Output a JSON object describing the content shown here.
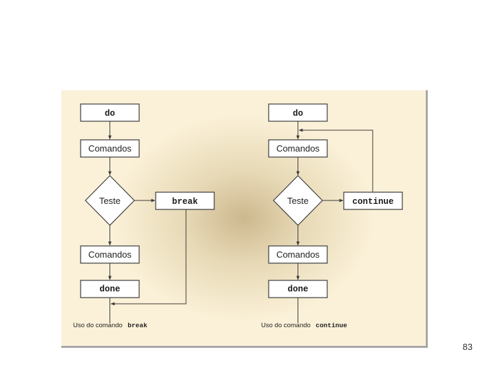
{
  "left_flow": {
    "do_label": "do",
    "commands_1": "Comandos",
    "test_label": "Teste",
    "break_label": "break",
    "commands_2": "Comandos",
    "done_label": "done",
    "caption_text": "Uso do comando",
    "caption_keyword": "break"
  },
  "right_flow": {
    "do_label": "do",
    "commands_1": "Comandos",
    "test_label": "Teste",
    "continue_label": "continue",
    "commands_2": "Comandos",
    "done_label": "done",
    "caption_text": "Uso do comando",
    "caption_keyword": "continue"
  },
  "page_number": "83"
}
